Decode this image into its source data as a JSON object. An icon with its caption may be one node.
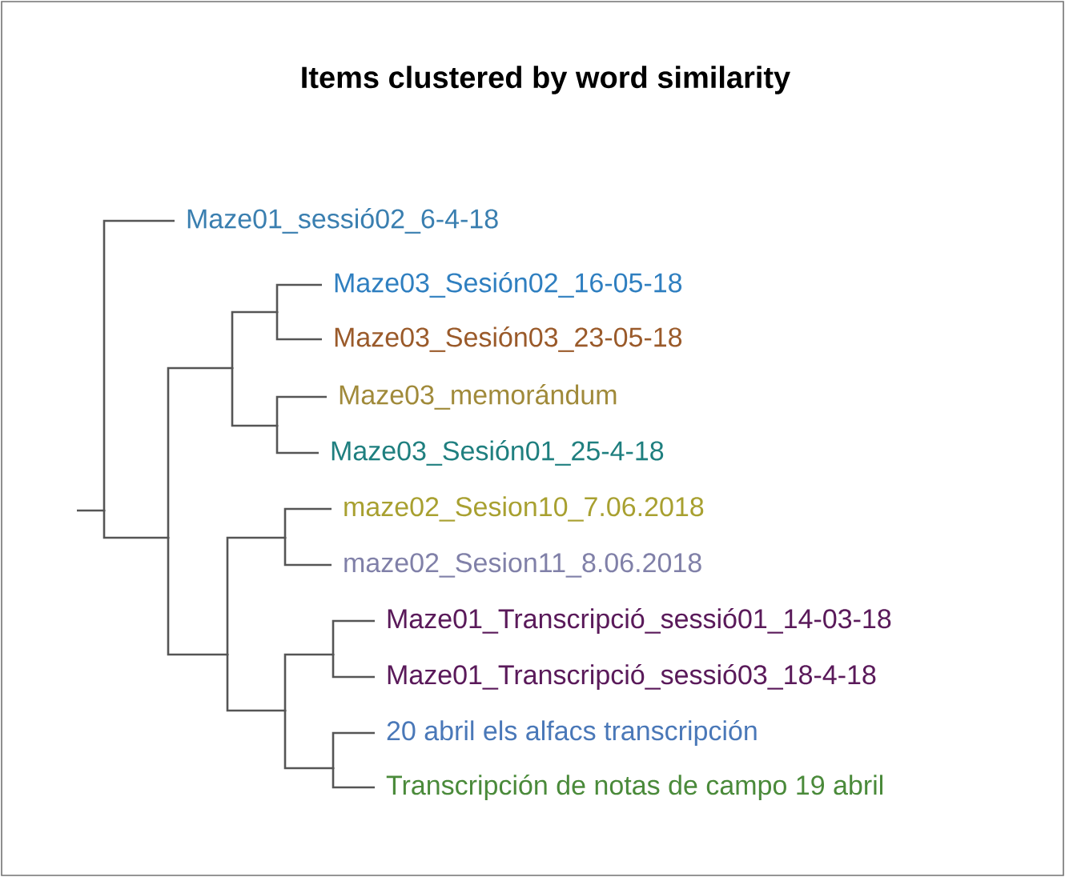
{
  "diagram": {
    "title": "Items clustered by word similarity",
    "nodes": [
      {
        "text": [
          "Maze01_sessió02_6-4-18"
        ]
      },
      {
        "text": [
          "Maze03_Sesión02_16-05-18"
        ]
      },
      {
        "text": [
          "Maze03_Sesión03_23-05-18"
        ]
      },
      {
        "text": [
          "Maze03_memorándum"
        ]
      },
      {
        "text": [
          "Maze03_Sesión01_25-4-18"
        ]
      },
      {
        "text": [
          "maze02_Sesion10_7.06.2018"
        ]
      },
      {
        "text": [
          "maze02_Sesion11_8.06.2018"
        ]
      },
      {
        "text": [
          "Maze01_Transcripció_sessió01_14-03-18"
        ]
      },
      {
        "text": [
          "Maze01_Transcripció_sessió03_18-4-18"
        ]
      },
      {
        "text": [
          "20 abril els alfacs transcripción"
        ]
      },
      {
        "text": [
          "Transcripción de notas de campo  19 abril"
        ]
      },
      {
        "text": [],
        "shape": "junction"
      },
      {
        "text": [],
        "shape": "junction"
      },
      {
        "text": [],
        "shape": "junction"
      },
      {
        "text": [],
        "shape": "junction"
      },
      {
        "text": [],
        "shape": "junction"
      },
      {
        "text": [],
        "shape": "junction"
      },
      {
        "text": [],
        "shape": "junction"
      },
      {
        "text": [],
        "shape": "junction"
      },
      {
        "text": [],
        "shape": "junction"
      },
      {
        "text": [],
        "shape": "junction"
      }
    ],
    "edges": [
      {
        "from": null,
        "to": 11,
        "arrow": "none"
      },
      {
        "from": 11,
        "to": 0,
        "arrow": "none"
      },
      {
        "from": 11,
        "to": 12,
        "arrow": "none"
      },
      {
        "from": 12,
        "to": 13,
        "arrow": "none"
      },
      {
        "from": 12,
        "to": 16,
        "arrow": "none"
      },
      {
        "from": 13,
        "to": 14,
        "arrow": "none"
      },
      {
        "from": 13,
        "to": 15,
        "arrow": "none"
      },
      {
        "from": 14,
        "to": 1,
        "arrow": "none"
      },
      {
        "from": 14,
        "to": 2,
        "arrow": "none"
      },
      {
        "from": 15,
        "to": 3,
        "arrow": "none"
      },
      {
        "from": 15,
        "to": 4,
        "arrow": "none"
      },
      {
        "from": 16,
        "to": 17,
        "arrow": "none"
      },
      {
        "from": 16,
        "to": 18,
        "arrow": "none"
      },
      {
        "from": 17,
        "to": 5,
        "arrow": "none"
      },
      {
        "from": 17,
        "to": 6,
        "arrow": "none"
      },
      {
        "from": 18,
        "to": 19,
        "arrow": "none"
      },
      {
        "from": 18,
        "to": 20,
        "arrow": "none"
      },
      {
        "from": 19,
        "to": 7,
        "arrow": "none"
      },
      {
        "from": 19,
        "to": 8,
        "arrow": "none"
      },
      {
        "from": 20,
        "to": 9,
        "arrow": "none"
      },
      {
        "from": 20,
        "to": 10,
        "arrow": "none"
      }
    ]
  }
}
